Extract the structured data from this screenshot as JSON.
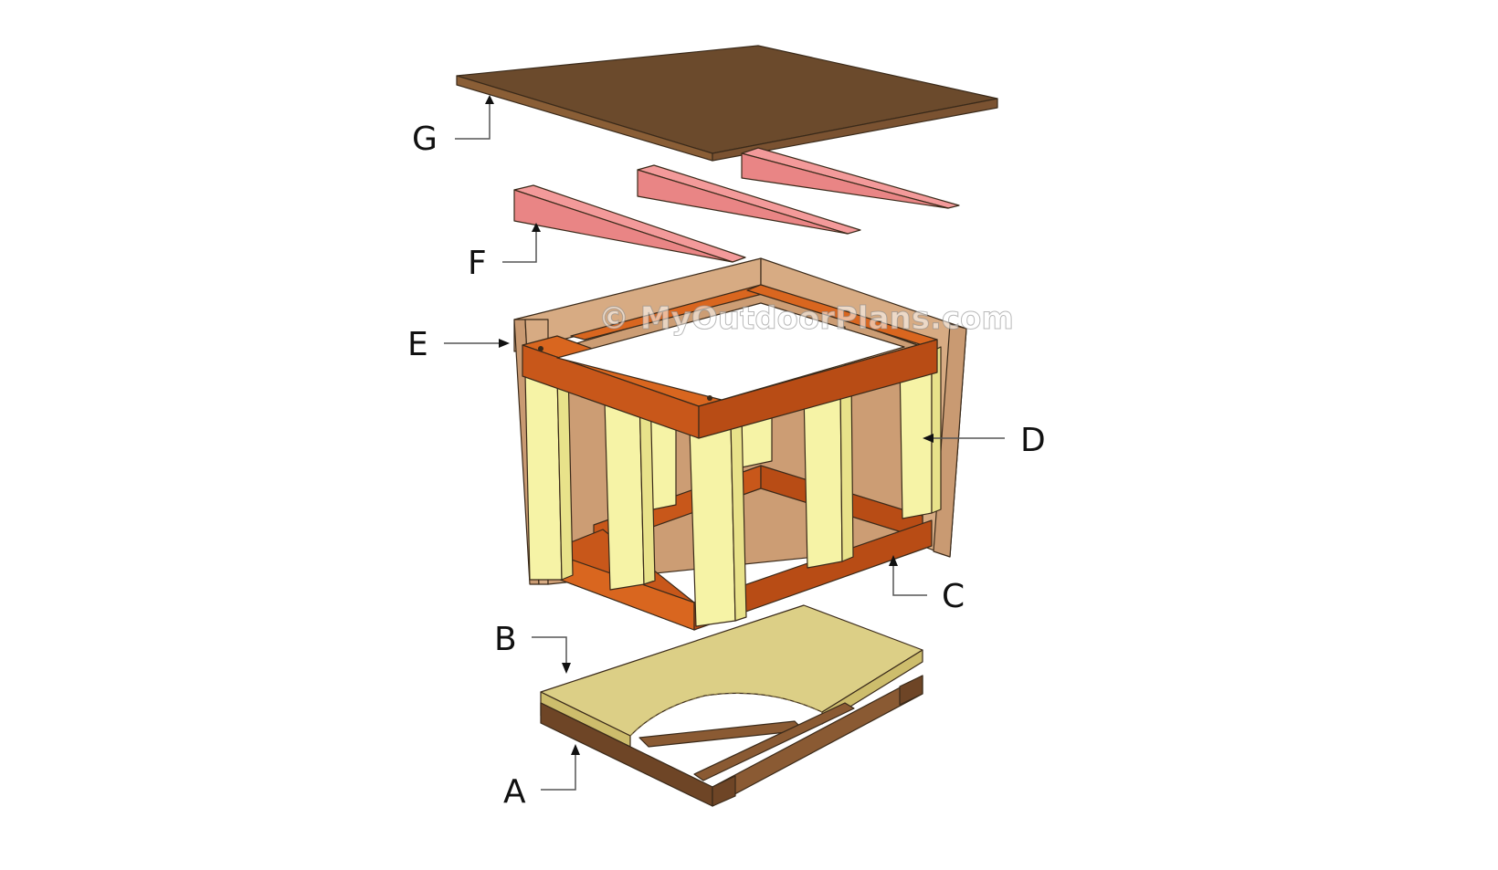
{
  "labels": {
    "a": "A",
    "b": "B",
    "c": "C",
    "d": "D",
    "e": "E",
    "f": "F",
    "g": "G"
  },
  "watermark": "© MyOutdoorPlans.com",
  "colors": {
    "roof": "#6b4a2c",
    "roof_edge": "#8a5e36",
    "wedge": "#f39a9a",
    "wedge_side": "#e98585",
    "frame": "#c8571a",
    "frame_top": "#d9661f",
    "stud": "#f6f3a6",
    "stud_side": "#e8e28a",
    "panel": "#d7ab83",
    "panel_dark": "#c99a72",
    "floor_board": "#dccf86",
    "floor_edge": "#cdbd6c",
    "skid": "#8a5a33",
    "skid_dark": "#6e4526"
  }
}
